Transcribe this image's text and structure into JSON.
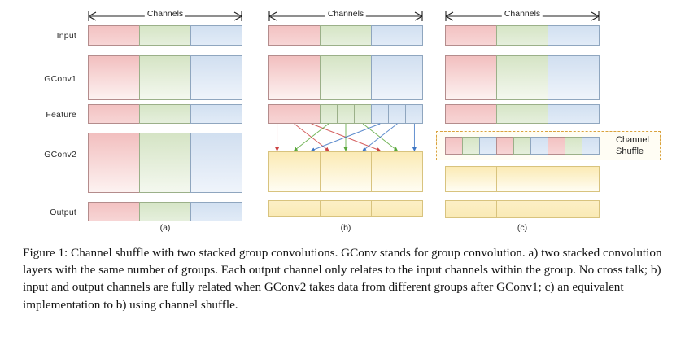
{
  "figure": {
    "row_labels": [
      "Input",
      "GConv1",
      "Feature",
      "GConv2",
      "Output"
    ],
    "channels_label": "Channels",
    "panel_labels": [
      "(a)",
      "(b)",
      "(c)"
    ],
    "shuffle_label_line1": "Channel",
    "shuffle_label_line2": "Shuffle",
    "groups": 3,
    "channels_per_group": 3,
    "colors": {
      "red": "#f3c2c2",
      "green": "#d6e5c6",
      "blue": "#d2e0f1",
      "yellow": "#fbeab4",
      "red_border": "#b48c8c",
      "green_border": "#9bb089",
      "blue_border": "#8fa6bf",
      "yellow_border": "#d8c37e",
      "shuffle_box_border": "#d9a23d",
      "text": "#1f1f1f"
    },
    "panel_a": {
      "rows": [
        {
          "name": "Input",
          "segments": [
            "red",
            "green",
            "blue"
          ]
        },
        {
          "name": "GConv1",
          "segments": [
            "red",
            "green",
            "blue"
          ]
        },
        {
          "name": "Feature",
          "segments": [
            "red",
            "green",
            "blue"
          ]
        },
        {
          "name": "GConv2",
          "segments": [
            "red",
            "green",
            "blue"
          ]
        },
        {
          "name": "Output",
          "segments": [
            "red",
            "green",
            "blue"
          ]
        }
      ]
    },
    "panel_b": {
      "rows": [
        {
          "name": "Input",
          "segments": [
            "red",
            "green",
            "blue"
          ]
        },
        {
          "name": "GConv1",
          "segments": [
            "red",
            "green",
            "blue"
          ]
        },
        {
          "name": "Feature",
          "segments": [
            "red",
            "green",
            "blue"
          ],
          "subdivided": true
        },
        {
          "name": "GConv2",
          "segments": [
            "yellow",
            "yellow",
            "yellow"
          ]
        },
        {
          "name": "Output",
          "segments": [
            "yellow",
            "yellow",
            "yellow"
          ]
        }
      ],
      "arrow_mapping": [
        0,
        3,
        6,
        1,
        4,
        7,
        2,
        5,
        8
      ],
      "arrow_colors": [
        "red",
        "red",
        "red",
        "green",
        "green",
        "green",
        "blue",
        "blue",
        "blue"
      ]
    },
    "panel_c": {
      "rows": [
        {
          "name": "Input",
          "segments": [
            "red",
            "green",
            "blue"
          ]
        },
        {
          "name": "GConv1",
          "segments": [
            "red",
            "green",
            "blue"
          ]
        },
        {
          "name": "Feature",
          "segments": [
            "red",
            "green",
            "blue"
          ]
        },
        {
          "name": "Shuffle",
          "cells": [
            "red",
            "green",
            "blue",
            "red",
            "green",
            "blue",
            "red",
            "green",
            "blue"
          ]
        },
        {
          "name": "GConv2",
          "segments": [
            "yellow",
            "yellow",
            "yellow"
          ]
        },
        {
          "name": "Output",
          "segments": [
            "yellow",
            "yellow",
            "yellow"
          ]
        }
      ]
    }
  },
  "caption": {
    "text": "Figure 1: Channel shuffle with two stacked group convolutions. GConv stands for group convolution. a) two stacked convolution layers with the same number of groups. Each output channel only relates to the input channels within the group. No cross talk; b) input and output channels are fully related when GConv2 takes data from different groups after GConv1; c) an equivalent implementation to b) using channel shuffle."
  }
}
